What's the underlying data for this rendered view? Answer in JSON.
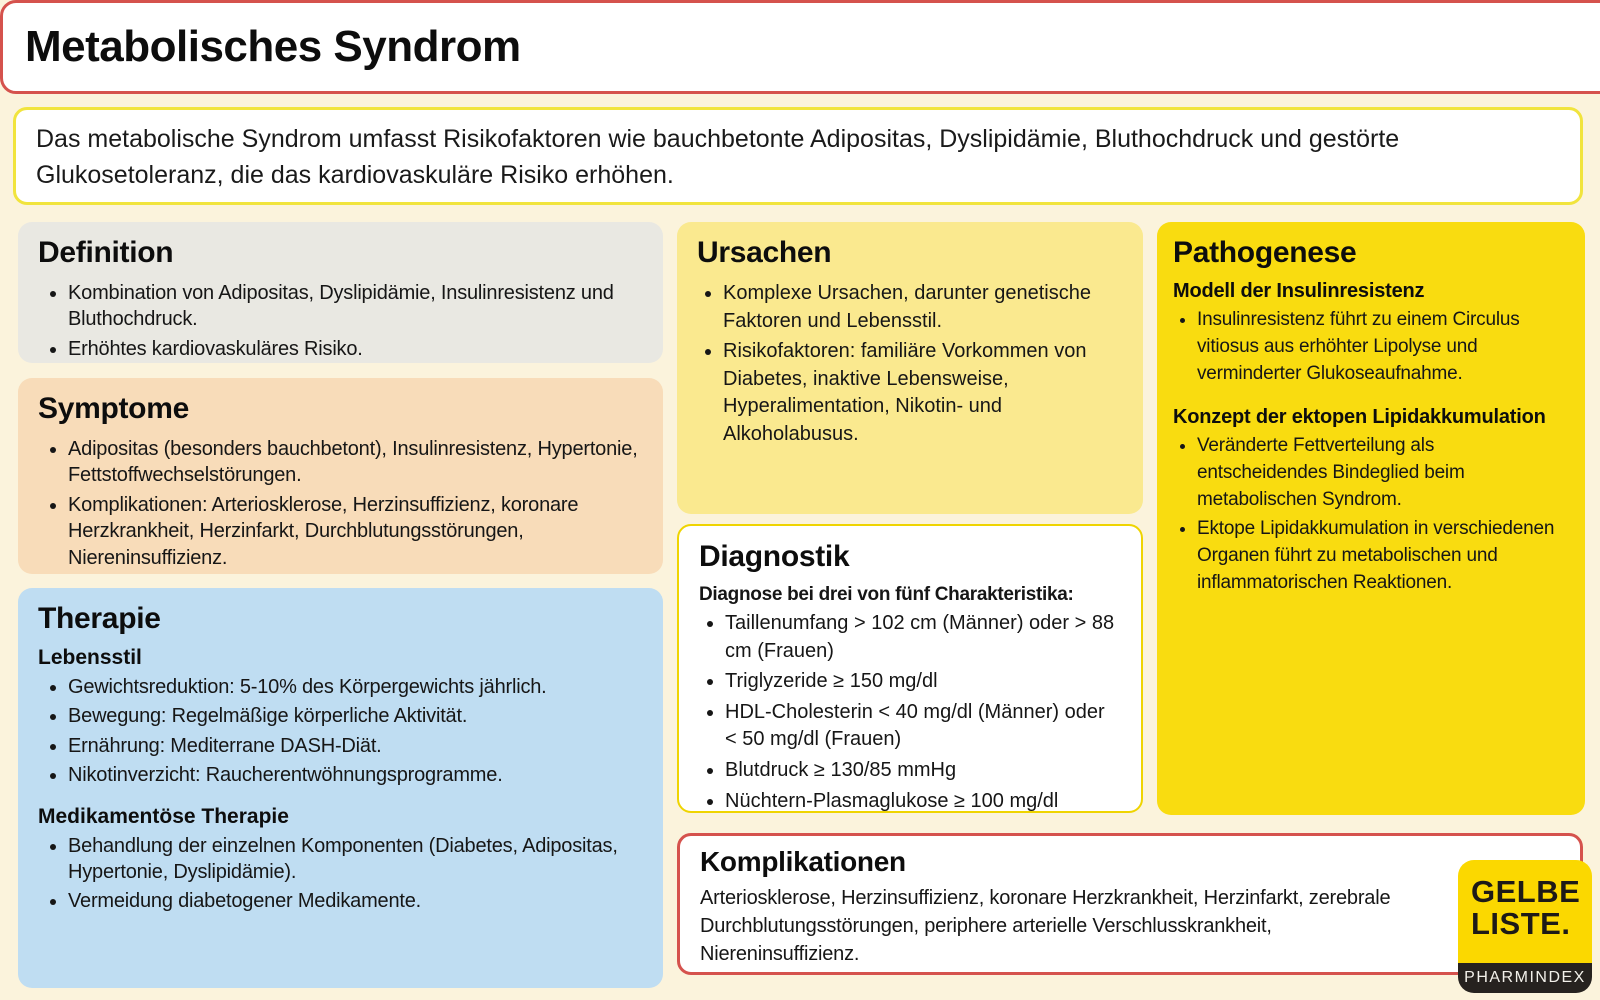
{
  "page": {
    "title": "Metabolisches Syndrom",
    "intro": "Das metabolische Syndrom umfasst Risikofaktoren wie bauchbetonte Adipositas, Dyslipidämie, Bluthochdruck und gestörte\nGlukosetoleranz, die das kardiovaskuläre Risiko erhöhen."
  },
  "sections": {
    "definition": {
      "title": "Definition",
      "bullets": [
        "Kombination von Adipositas, Dyslipidämie, Insulinresistenz und Bluthochdruck.",
        "Erhöhtes kardiovaskuläres Risiko."
      ]
    },
    "symptome": {
      "title": "Symptome",
      "bullets": [
        "Adipositas (besonders bauchbetont), Insulinresistenz, Hypertonie, Fettstoffwechselstörungen.",
        "Komplikationen: Arteriosklerose, Herzinsuffizienz, koronare Herzkrankheit, Herzinfarkt, Durchblutungsstörungen, Niereninsuffizienz."
      ]
    },
    "therapie": {
      "title": "Therapie",
      "subsections": [
        {
          "title": "Lebensstil",
          "bullets": [
            "Gewichtsreduktion: 5-10% des Körpergewichts jährlich.",
            "Bewegung: Regelmäßige körperliche Aktivität.",
            "Ernährung: Mediterrane DASH-Diät.",
            "Nikotinverzicht: Raucherentwöhnungsprogramme."
          ]
        },
        {
          "title": "Medikamentöse Therapie",
          "bullets": [
            "Behandlung der einzelnen Komponenten (Diabetes, Adipositas, Hypertonie, Dyslipidämie).",
            "Vermeidung diabetogener Medikamente."
          ]
        }
      ]
    },
    "ursachen": {
      "title": "Ursachen",
      "bullets": [
        "Komplexe Ursachen, darunter genetische Faktoren und Lebensstil.",
        "Risikofaktoren: familiäre Vorkommen von Diabetes, inaktive Lebensweise, Hyperalimentation, Nikotin- und Alkoholabusus."
      ]
    },
    "diagnostik": {
      "title": "Diagnostik",
      "subtitle": "Diagnose bei drei von fünf Charakteristika:",
      "bullets": [
        "Taillenumfang > 102 cm (Männer) oder > 88 cm (Frauen)",
        "Triglyzeride ≥ 150 mg/dl",
        "HDL-Cholesterin < 40 mg/dl (Männer) oder < 50 mg/dl (Frauen)",
        "Blutdruck ≥ 130/85 mmHg",
        "Nüchtern-Plasmaglukose ≥ 100 mg/dl"
      ]
    },
    "pathogenese": {
      "title": "Pathogenese",
      "subsections": [
        {
          "title": "Modell der Insulinresistenz",
          "bullets": [
            "Insulinresistenz führt zu einem Circulus vitiosus aus erhöhter Lipolyse und verminderter Glukoseaufnahme."
          ]
        },
        {
          "title": "Konzept der ektopen Lipidakkumulation",
          "bullets": [
            "Veränderte Fettverteilung als entscheidendes Bindeglied beim metabolischen Syndrom.",
            "Ektope Lipidakkumulation in verschiedenen Organen führt zu metabolischen und inflammatorischen Reaktionen."
          ]
        }
      ]
    },
    "komplikationen": {
      "title": "Komplikationen",
      "text": "Arteriosklerose, Herzinsuffizienz, koronare Herzkrankheit, Herzinfarkt, zerebrale\nDurchblutungsstörungen, periphere arterielle Verschlusskrankheit,\nNiereninsuffizienz."
    }
  },
  "logo": {
    "line1": "GELBE",
    "line2": "LISTE.",
    "tagline": "PHARMINDEX"
  },
  "colors": {
    "background": "#FBF3DC",
    "red_border": "#D5524D",
    "yellow_border": "#F1E43D",
    "diagnostik_border": "#EFD400",
    "definition_bg": "#E9E8E2",
    "symptome_bg": "#F8DCB9",
    "therapie_bg": "#BFDDF2",
    "ursachen_bg": "#FAE98F",
    "pathogenese_bg": "#F9DC10",
    "logo_yellow": "#FBD800",
    "logo_black": "#26221F",
    "text": "#161616"
  }
}
